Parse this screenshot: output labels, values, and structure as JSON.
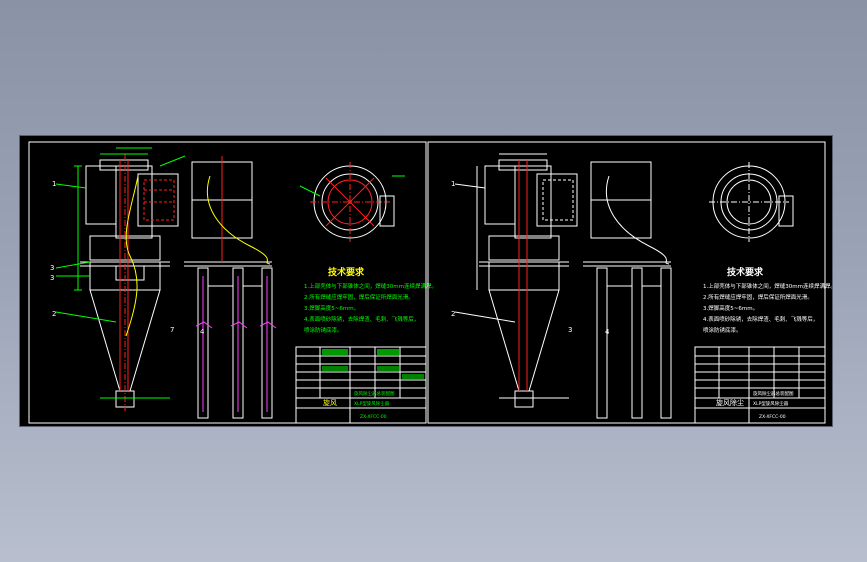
{
  "drawing": {
    "background_color": "#000000",
    "line_colors": {
      "outline": "#ffffff",
      "red": "#ff2020",
      "blue": "#6060ff",
      "green": "#00ff00",
      "yellow": "#ffff00",
      "magenta": "#ff40ff",
      "cyan": "#00c8ff"
    }
  },
  "sheets": [
    {
      "part_labels": [
        "1",
        "2",
        "3",
        "3",
        "4",
        "7"
      ],
      "notes_title": "技术要求",
      "notes": [
        "1.上部壳体与下部锥体之间，焊缝30mm连续焊满焊。",
        "2.所有焊缝应焊牢固，焊后保证所焊面光滑。",
        "3.焊脚高度5~6mm。",
        "4.表面喷砂除锈，去除焊渣、毛刺、飞溅等后，",
        "  喷涂防锈底漆。"
      ],
      "title_text": "旋风",
      "title_line1": "旋风除尘器总装配图",
      "title_line2": "XLP型旋风除尘器",
      "drawing_number": "ZX-XFCC-00"
    },
    {
      "part_labels": [
        "1",
        "2",
        "3",
        "4"
      ],
      "notes_title": "技术要求",
      "notes": [
        "1.上部壳体与下部锥体之间，焊缝30mm连续焊满焊。",
        "2.所有焊缝应焊牢固，焊后保证所焊面光滑。",
        "3.焊脚高度5~6mm。",
        "4.表面喷砂除锈，去除焊渣、毛刺、飞溅等后，",
        "  喷涂防锈底漆。"
      ],
      "title_text": "旋风除尘",
      "title_line1": "旋风除尘器总装配图",
      "title_line2": "XLP型旋风除尘器",
      "drawing_number": "ZX-XFCC-00"
    }
  ]
}
